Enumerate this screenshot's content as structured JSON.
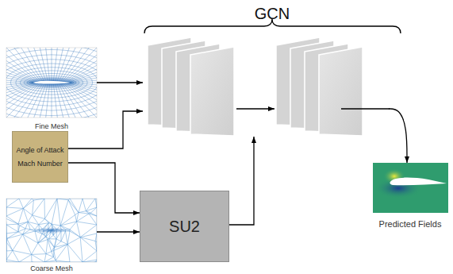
{
  "diagram": {
    "nodes": [
      {
        "text": [
          "GCN"
        ]
      },
      {
        "text": [
          "Fine Mesh"
        ]
      },
      {
        "text": [
          "Angle of Attack",
          "Mach Number"
        ]
      },
      {
        "text": [
          "Coarse Mesh"
        ]
      },
      {
        "text": [
          "SU2"
        ]
      },
      {
        "text": [
          "Predicted Fields"
        ]
      }
    ],
    "edges": [
      {
        "from": 1,
        "to": 0,
        "arrow": "to"
      },
      {
        "from": 2,
        "to": 0,
        "arrow": "to"
      },
      {
        "from": 2,
        "to": 4,
        "arrow": "to"
      },
      {
        "from": 3,
        "to": 4,
        "arrow": "to"
      },
      {
        "from": 4,
        "to": 0,
        "arrow": "to"
      },
      {
        "from": 0,
        "to": 5,
        "arrow": "to"
      }
    ]
  }
}
